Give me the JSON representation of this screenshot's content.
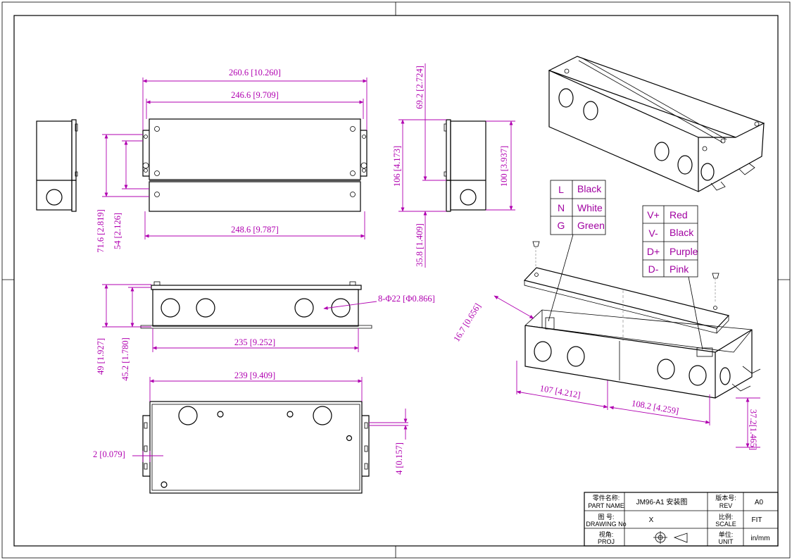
{
  "dimensions": {
    "top_overall_width": "260.6 [10.260]",
    "top_inner_width": "246.6 [9.709]",
    "top_bottom_width": "248.6 [9.787]",
    "top_height_outer": "71.6 [2.819]",
    "top_height_inner": "54 [2.126]",
    "side_top_height": "69.2 [2.724]",
    "side_height_106": "106 [4.173]",
    "side_height_100": "100 [3.937]",
    "side_bottom": "35.8 [1.409]",
    "front_holes": "8-Φ22 [Φ0.866]",
    "front_width": "235 [9.252]",
    "front_height_49": "49 [1.927]",
    "front_height_452": "45.2 [1.780]",
    "bottom_width": "239 [9.409]",
    "bottom_left": "2 [0.079]",
    "bottom_right": "4 [0.157]",
    "iso_depth": "16.7 [0.656]",
    "iso_left": "107 [4.212]",
    "iso_right": "108.2 [4.259]",
    "iso_height": "37.2[1.465]"
  },
  "wiring_ac": [
    {
      "code": "L",
      "color": "Black"
    },
    {
      "code": "N",
      "color": "White"
    },
    {
      "code": "G",
      "color": "Green"
    }
  ],
  "wiring_dc": [
    {
      "code": "V+",
      "color": "Red"
    },
    {
      "code": "V-",
      "color": "Black"
    },
    {
      "code": "D+",
      "color": "Purple"
    },
    {
      "code": "D-",
      "color": "Pink"
    }
  ],
  "title_block": {
    "part_name_label_cn": "零件名称:",
    "part_name_label": "PART NAME",
    "part_name_value": "JM96-A1 安装图",
    "rev_label_cn": "版本号:",
    "rev_label": "REV",
    "rev_value": "A0",
    "drawing_no_label_cn": "图 号:",
    "drawing_no_label": "DRAWING No",
    "drawing_no_value": "X",
    "scale_label_cn": "比例:",
    "scale_label": "SCALE",
    "scale_value": "FIT",
    "proj_label_cn": "视角:",
    "proj_label": "PROJ",
    "unit_label_cn": "单位:",
    "unit_label": "UNIT",
    "unit_value": "in/mm"
  },
  "colors": {
    "dimension": "#b000b0",
    "line": "#000000"
  }
}
